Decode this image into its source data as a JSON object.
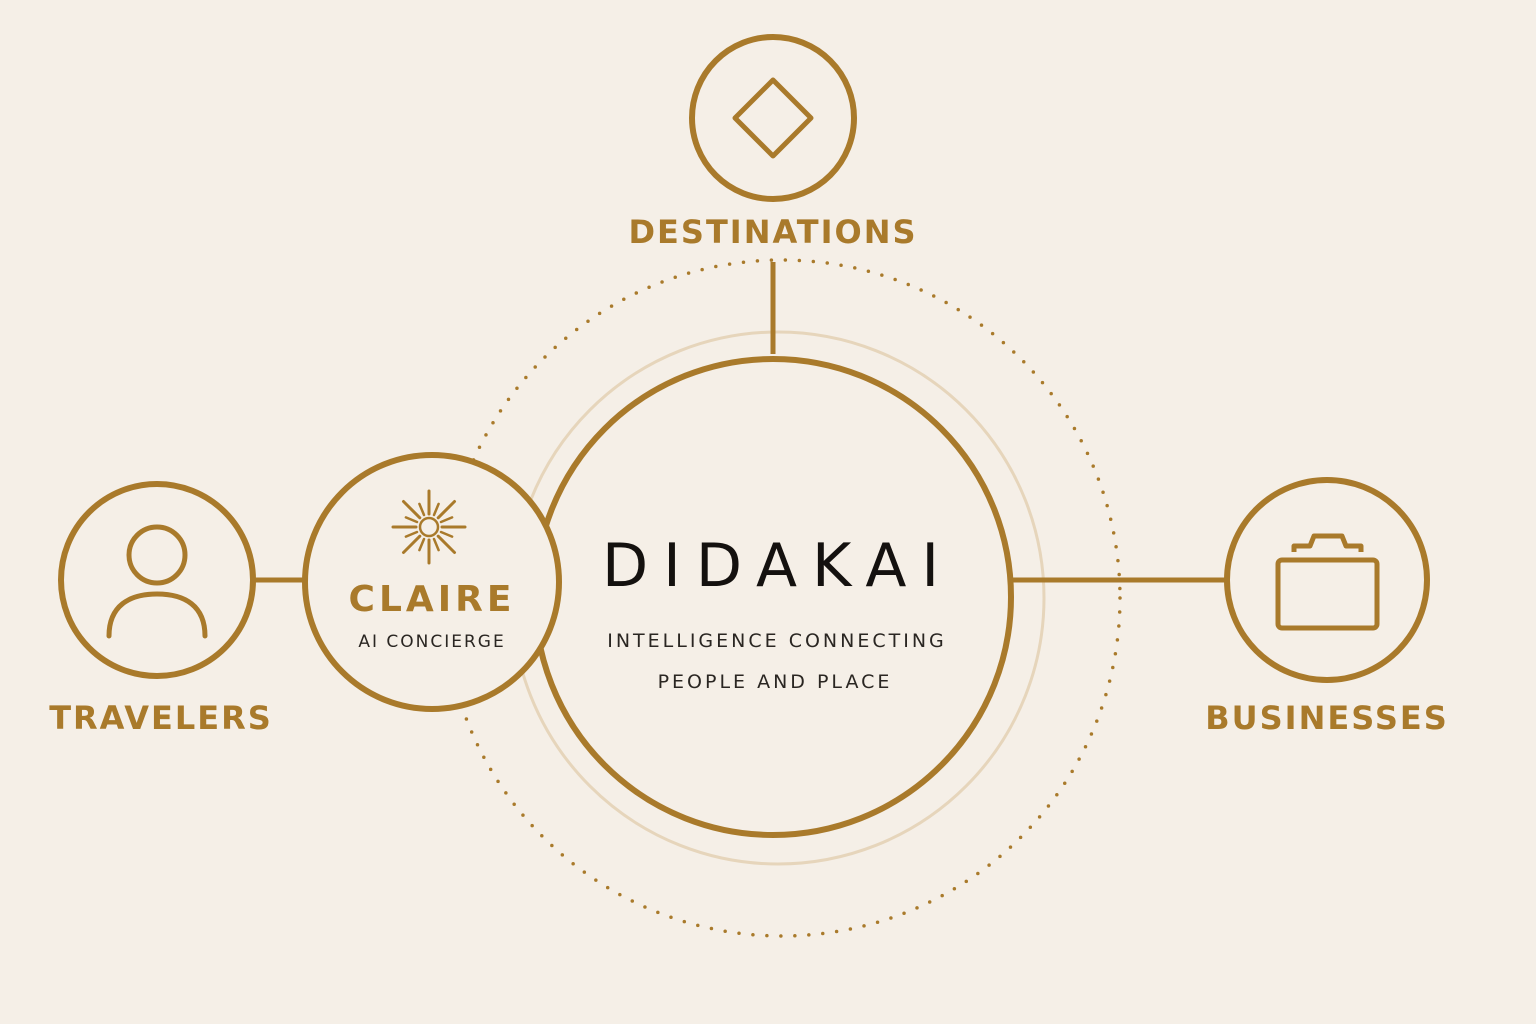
{
  "colors": {
    "background": "#f5efe7",
    "accent": "#a97a2b",
    "accent_faint": "#e6d5bb",
    "text_dark": "#14110f"
  },
  "nodes": {
    "destinations": {
      "label": "DESTINATIONS",
      "icon": "diamond-icon"
    },
    "travelers": {
      "label": "TRAVELERS",
      "icon": "person-icon"
    },
    "businesses": {
      "label": "BUSINESSES",
      "icon": "briefcase-icon"
    },
    "claire": {
      "name": "CLAIRE",
      "subtitle": "AI CONCIERGE",
      "icon": "starburst-icon"
    }
  },
  "center": {
    "brand": "DIDAKAI",
    "tagline_line1": "INTELLIGENCE CONNECTING",
    "tagline_line2": "PEOPLE AND PLACE"
  }
}
